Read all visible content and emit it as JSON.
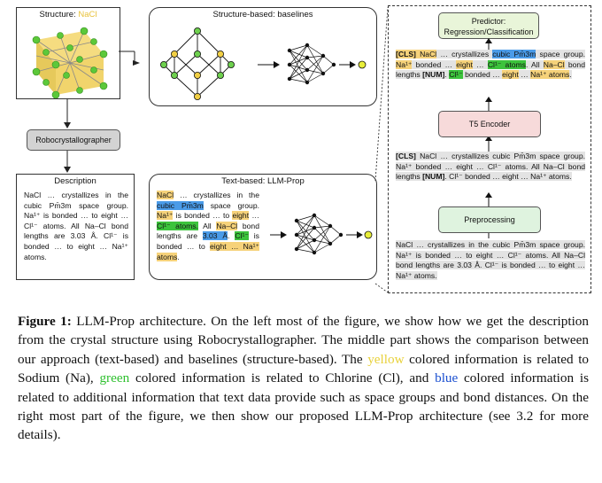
{
  "figure": {
    "structure_title_prefix": "Structure: ",
    "structure_title_formula": "NaCl",
    "robocrystallographer_label": "Robocrystallographer",
    "description_title": "Description",
    "baselines_title": "Structure-based: baselines",
    "llmprop_title": "Text-based: LLM-Prop",
    "predictor_label": "Predictor: Regression/Classification",
    "t5_label": "T5 Encoder",
    "preprocessing_label": "Preprocessing",
    "description_lines": [
      "NaCl … crystallizes in the cubic Pm̄3m space group. Na¹⁺ is bonded … to eight … Cl¹⁻ atoms. All Na–Cl bond lengths are 3.03 Å. Cl¹⁻ is bonded … to eight … Na¹⁺ atoms."
    ],
    "llmprop_segments": [
      {
        "t": "NaCl",
        "h": "y"
      },
      {
        "t": " … crystallizes in the ",
        "h": ""
      },
      {
        "t": "cubic Pm̄3m",
        "h": "b"
      },
      {
        "t": " space group. ",
        "h": ""
      },
      {
        "t": "Na¹⁺",
        "h": "y"
      },
      {
        "t": " is bonded … to ",
        "h": ""
      },
      {
        "t": "eight",
        "h": "y"
      },
      {
        "t": " … ",
        "h": ""
      },
      {
        "t": "Cl¹⁻ atoms.",
        "h": "g"
      },
      {
        "t": " All ",
        "h": ""
      },
      {
        "t": "Na–Cl",
        "h": "y"
      },
      {
        "t": " bond lengths are ",
        "h": ""
      },
      {
        "t": "3.03 Å",
        "h": "b"
      },
      {
        "t": ". ",
        "h": ""
      },
      {
        "t": "Cl¹⁻",
        "h": "g"
      },
      {
        "t": " is bonded … to ",
        "h": ""
      },
      {
        "t": "eight … ",
        "h": "y"
      },
      {
        "t": "Na¹⁺ atoms",
        "h": "y"
      },
      {
        "t": ".",
        "h": ""
      }
    ],
    "top_right_segments": [
      {
        "t": "[CLS]",
        "h": "y",
        "b": true
      },
      {
        "t": " NaCl",
        "h": "y"
      },
      {
        "t": " … crystallizes ",
        "h": ""
      },
      {
        "t": "cubic Pm̄3m",
        "h": "b"
      },
      {
        "t": " space group. ",
        "h": ""
      },
      {
        "t": "Na¹⁺",
        "h": "y"
      },
      {
        "t": " bonded … ",
        "h": ""
      },
      {
        "t": "eight",
        "h": "y"
      },
      {
        "t": " … ",
        "h": ""
      },
      {
        "t": "Cl¹⁻ atoms",
        "h": "g"
      },
      {
        "t": ". All ",
        "h": ""
      },
      {
        "t": "Na–Cl",
        "h": "y"
      },
      {
        "t": " bond lengths ",
        "h": ""
      },
      {
        "t": "[NUM]",
        "h": "",
        "b": true
      },
      {
        "t": ". ",
        "h": ""
      },
      {
        "t": "Cl¹⁻",
        "h": "g"
      },
      {
        "t": " bonded … ",
        "h": ""
      },
      {
        "t": "eight",
        "h": "y"
      },
      {
        "t": " … ",
        "h": ""
      },
      {
        "t": "Na¹⁺ atoms",
        "h": "y"
      },
      {
        "t": ".",
        "h": ""
      }
    ],
    "middle_right_segments": [
      {
        "t": "[CLS]",
        "h": "",
        "b": true
      },
      {
        "t": " NaCl … crystallizes cubic Pm̄3m space group. Na¹⁺ bonded … eight … Cl¹⁻ atoms. All Na–Cl bond lengths ",
        "h": ""
      },
      {
        "t": "[NUM]",
        "h": "",
        "b": true
      },
      {
        "t": ". Cl¹⁻ bonded … eight … Na¹⁺ atoms.",
        "h": ""
      }
    ],
    "bottom_right_text": "NaCl … crystallizes in the cubic Pm̄3m space group. Na¹⁺ is bonded … to eight … Cl¹⁻ atoms. All Na–Cl bond lengths are 3.03 Å. Cl¹⁻ is bonded … to eight … Na¹⁺ atoms."
  },
  "caption": {
    "label": "Figure 1:",
    "part1": " LLM-Prop architecture. On the left most of the figure, we show how we get the description from the crystal structure using Robocrystallographer. The middle part shows the comparison between our approach (text-based) and baselines (structure-based). The ",
    "yellow": "yellow",
    "part2": " colored information is related to Sodium (Na), ",
    "green": "green",
    "part3": " colored information is related to Chlorine (Cl), and ",
    "blue": "blue",
    "part4": " colored information is related to additional information that text data provide such as space groups and bond distances. On the right most part of the figure, we then show our proposed LLM-Prop architecture (see 3.2 for more details)."
  }
}
